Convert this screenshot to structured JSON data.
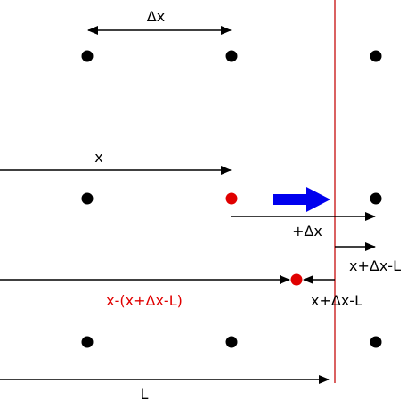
{
  "labels": {
    "delta_x": "Δx",
    "x": "x",
    "plus_delta_x": "+Δx",
    "x_plus_dx_minus_L_right": "x+Δx-L",
    "x_minus_paren": "x-(x+Δx-L)",
    "x_plus_dx_minus_L_bottom": "x+Δx-L",
    "L": "L"
  },
  "colors": {
    "lattice_point": "#000000",
    "highlight_particle": "#e00000",
    "boundary_line": "#d03a3a",
    "velocity_arrow": "#0000ee",
    "measure_arrow": "#000000"
  }
}
